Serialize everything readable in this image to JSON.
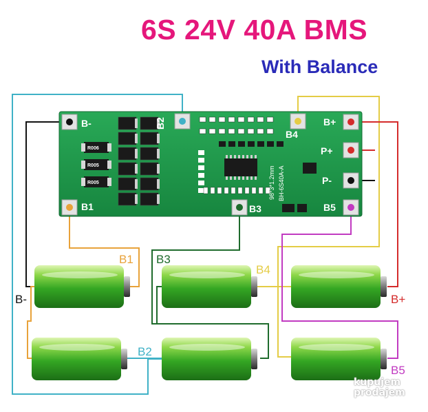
{
  "heading": {
    "title": "6S 24V 40A BMS",
    "subtitle": "With Balance",
    "title_color": "#e5177b",
    "subtitle_color": "#2a2bb8"
  },
  "board": {
    "pad_labels": {
      "b_minus": "B-",
      "b1": "B1",
      "b2": "B2",
      "b3": "B3",
      "b4": "B4",
      "b5": "B5",
      "b_plus": "B+",
      "p_plus": "P+",
      "p_minus": "P-"
    },
    "resistor_labels": [
      "R006",
      "R005",
      "R005"
    ],
    "silkscreen": [
      "98*3*1.2mm",
      "BH-6S40A-A"
    ],
    "board_color": "#1f9c4c"
  },
  "wiring": {
    "labels": {
      "b1": "B1",
      "b2": "B2",
      "b3": "B3",
      "b4": "B4",
      "b5": "B5",
      "b_minus": "B-",
      "b_plus": "B+"
    },
    "colors": {
      "b_minus": "#111111",
      "b1": "#e8a23a",
      "b2": "#3fb1c6",
      "b3": "#1e6b2c",
      "b4": "#e4cc45",
      "b5": "#c13ac1",
      "b_plus": "#d42b2b"
    }
  },
  "watermark": {
    "line1": "kupujem",
    "line2": "prodajem"
  }
}
